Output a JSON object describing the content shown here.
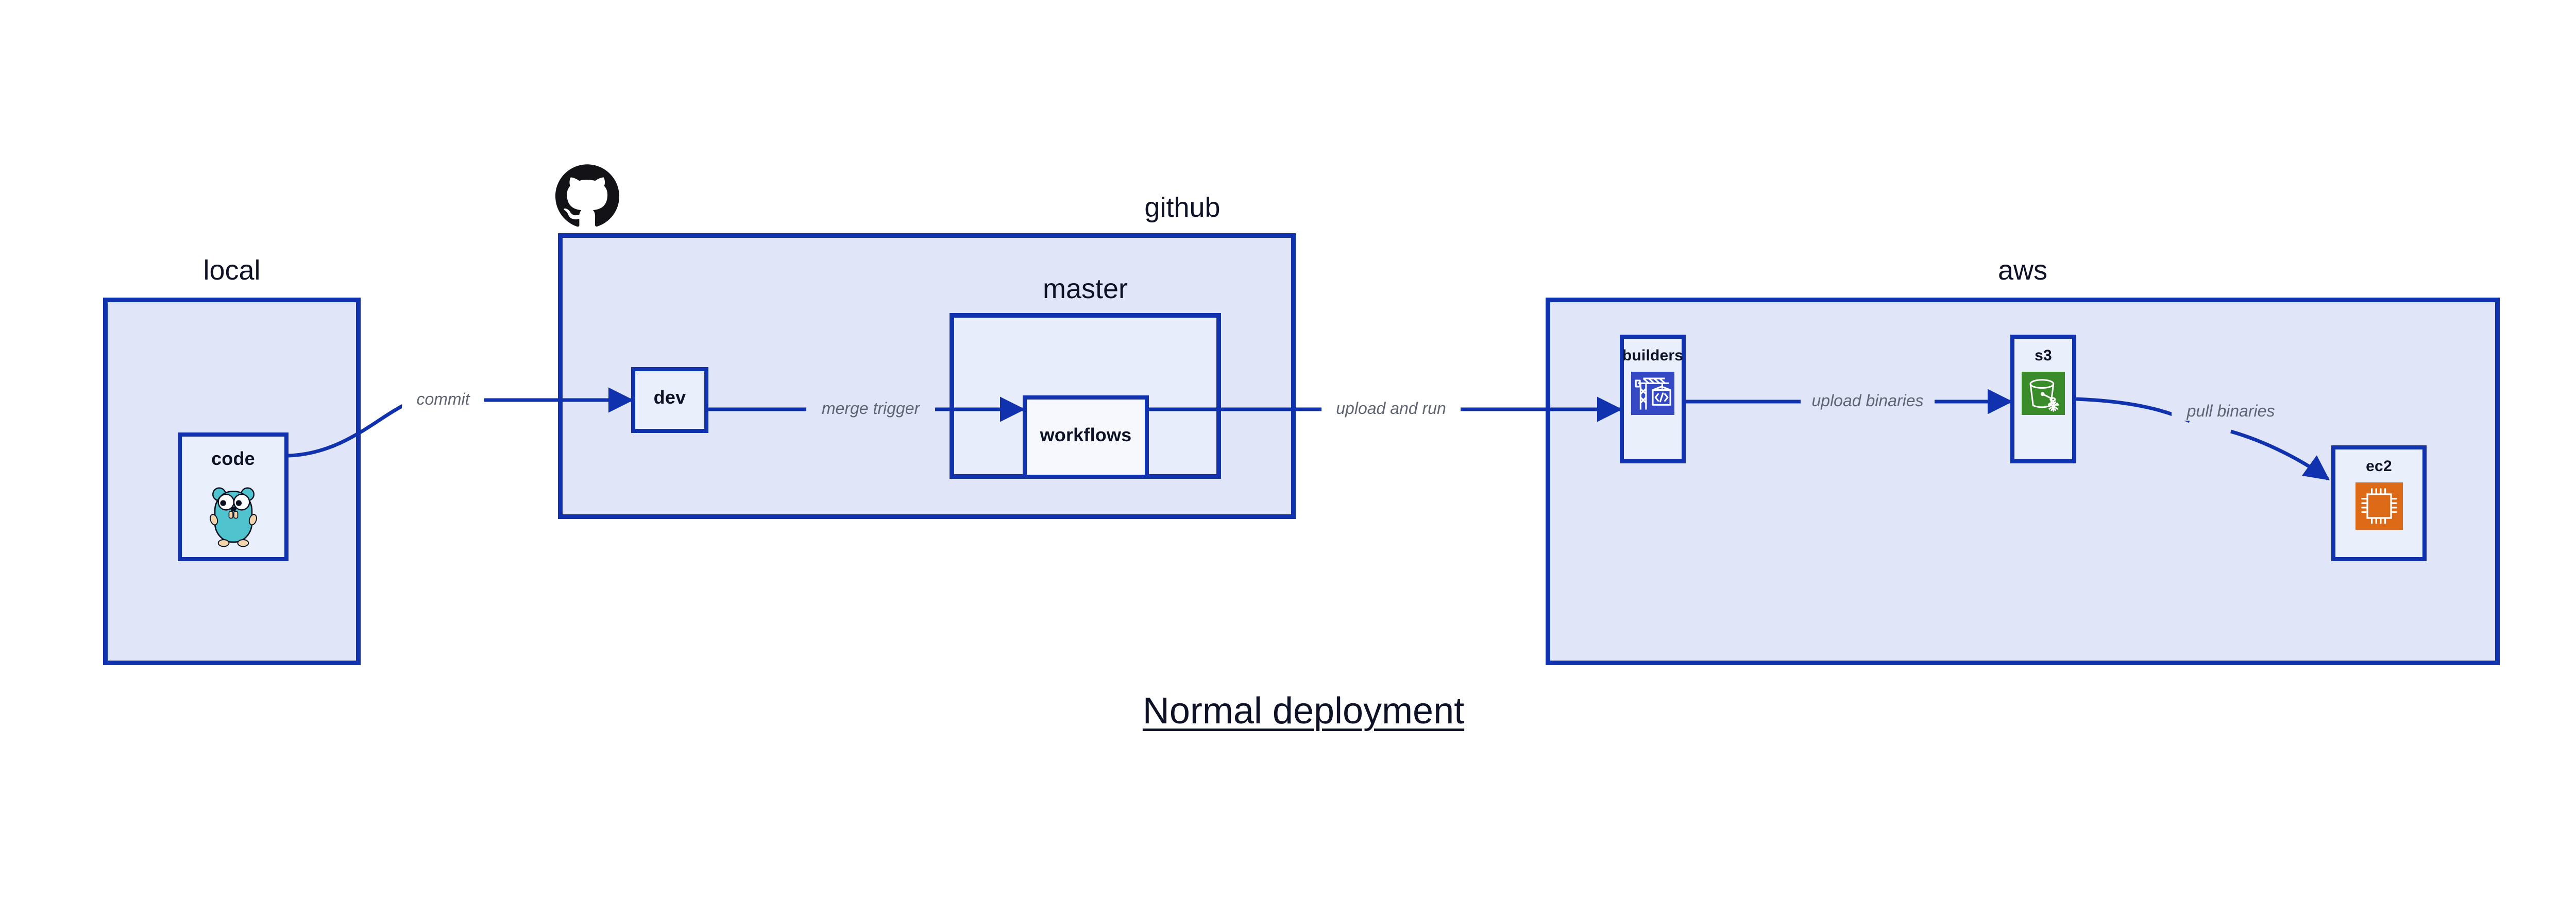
{
  "diagram": {
    "title": "Normal deployment",
    "accent_color": "#1132AE",
    "group_fill_outer": "#E0E6F8",
    "group_fill_inner": "#E8EDFB",
    "node_fill": "#EAEFFC",
    "edge_label_color": "#5F6472",
    "label_color": "#0E1226"
  },
  "groups": {
    "local": {
      "label": "local"
    },
    "github": {
      "label": "github",
      "logo": "github-octocat-icon"
    },
    "master": {
      "label": "master"
    },
    "aws": {
      "label": "aws"
    }
  },
  "nodes": {
    "code": {
      "label": "code",
      "icon": "go-gopher-icon"
    },
    "dev": {
      "label": "dev",
      "icon": null
    },
    "workflows": {
      "label": "workflows",
      "icon": null
    },
    "builders": {
      "label": "builders",
      "icon": "crane-code-icon",
      "icon_color": "#3549C4"
    },
    "s3": {
      "label": "s3",
      "icon": "s3-bucket-icon",
      "icon_color": "#3A8B29"
    },
    "ec2": {
      "label": "ec2",
      "icon": "cpu-chip-icon",
      "icon_color": "#DC6A16"
    }
  },
  "edges": [
    {
      "id": "commit",
      "from": "code",
      "to": "dev",
      "label": "commit"
    },
    {
      "id": "merge-trigger",
      "from": "dev",
      "to": "workflows",
      "label": "merge trigger"
    },
    {
      "id": "upload-and-run",
      "from": "workflows",
      "to": "builders",
      "label": "upload and run"
    },
    {
      "id": "upload-binaries",
      "from": "builders",
      "to": "s3",
      "label": "upload binaries"
    },
    {
      "id": "pull-binaries",
      "from": "s3",
      "to": "ec2",
      "label": "pull binaries"
    }
  ]
}
